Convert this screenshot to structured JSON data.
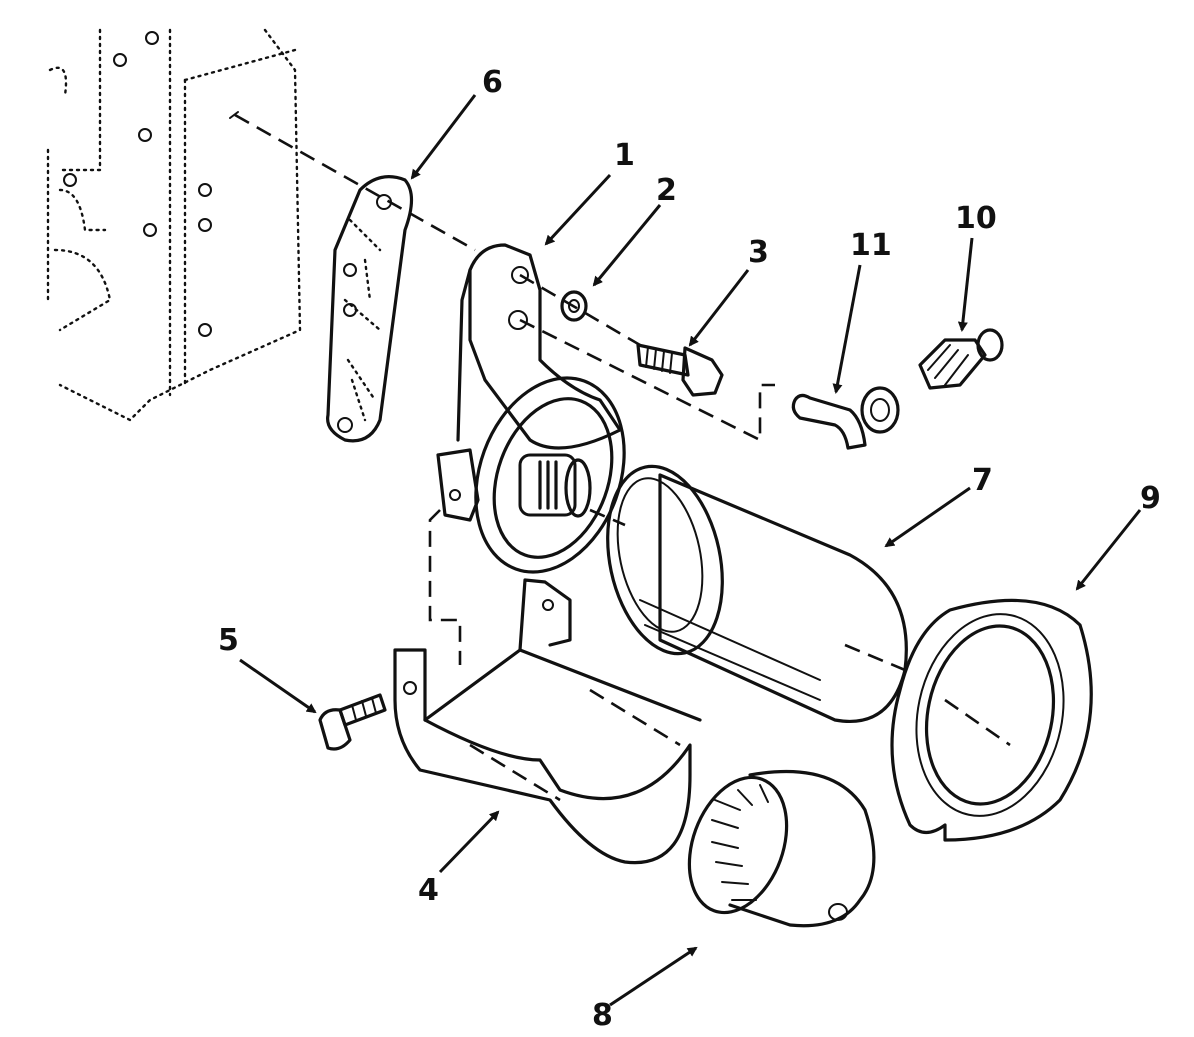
{
  "diagram": {
    "callouts": [
      "1",
      "2",
      "3",
      "4",
      "5",
      "6",
      "7",
      "8",
      "9",
      "10",
      "11"
    ],
    "colors": {
      "ink": "#111111",
      "paper": "#ffffff"
    }
  }
}
